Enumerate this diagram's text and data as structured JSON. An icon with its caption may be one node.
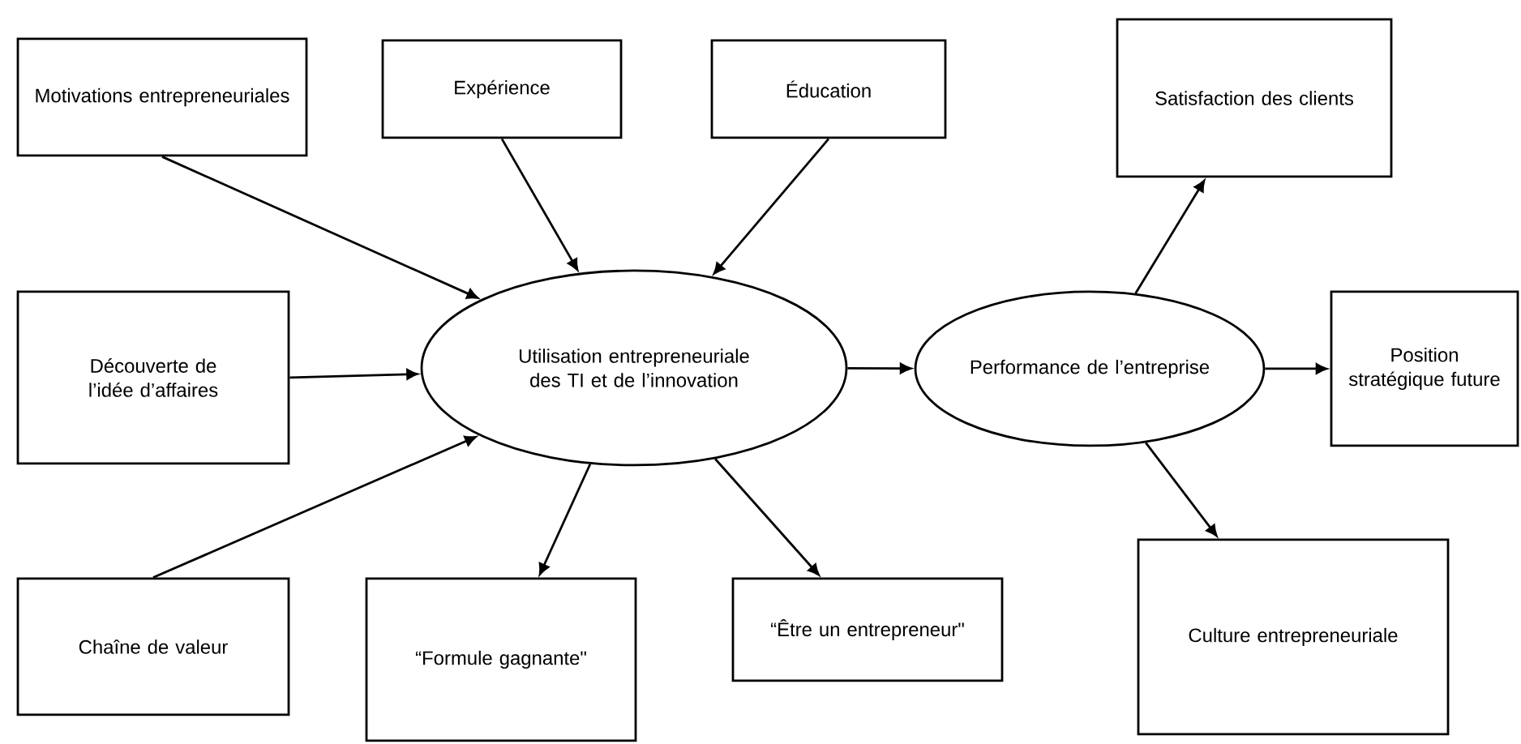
{
  "diagram": {
    "nodes": [
      {
        "text": [
          "Motivations entrepreneuriales"
        ]
      },
      {
        "text": [
          "Expérience"
        ]
      },
      {
        "text": [
          "Éducation"
        ]
      },
      {
        "text": [
          "Satisfaction des clients"
        ]
      },
      {
        "text": [
          "Découverte de l’idée d’affaires"
        ]
      },
      {
        "text": [
          "Utilisation entrepreneuriale des TI et de l’innovation"
        ]
      },
      {
        "text": [
          "Performance de l’entreprise"
        ]
      },
      {
        "text": [
          "Position stratégique future"
        ]
      },
      {
        "text": [
          "Chaîne de valeur"
        ]
      },
      {
        "text": [
          "“Formule gagnante\""
        ]
      },
      {
        "text": [
          "“Être un entrepreneur\""
        ]
      },
      {
        "text": [
          "Culture entrepreneuriale"
        ]
      }
    ],
    "edges": [
      {
        "from": 0,
        "to": 5,
        "arrow": "to"
      },
      {
        "from": 1,
        "to": 5,
        "arrow": "to"
      },
      {
        "from": 2,
        "to": 5,
        "arrow": "to"
      },
      {
        "from": 4,
        "to": 5,
        "arrow": "to"
      },
      {
        "from": 8,
        "to": 5,
        "arrow": "to"
      },
      {
        "from": 5,
        "to": 9,
        "arrow": "to"
      },
      {
        "from": 5,
        "to": 10,
        "arrow": "to"
      },
      {
        "from": 5,
        "to": 6,
        "arrow": "to"
      },
      {
        "from": 6,
        "to": 3,
        "arrow": "to"
      },
      {
        "from": 6,
        "to": 7,
        "arrow": "to"
      },
      {
        "from": 6,
        "to": 11,
        "arrow": "to"
      }
    ]
  }
}
